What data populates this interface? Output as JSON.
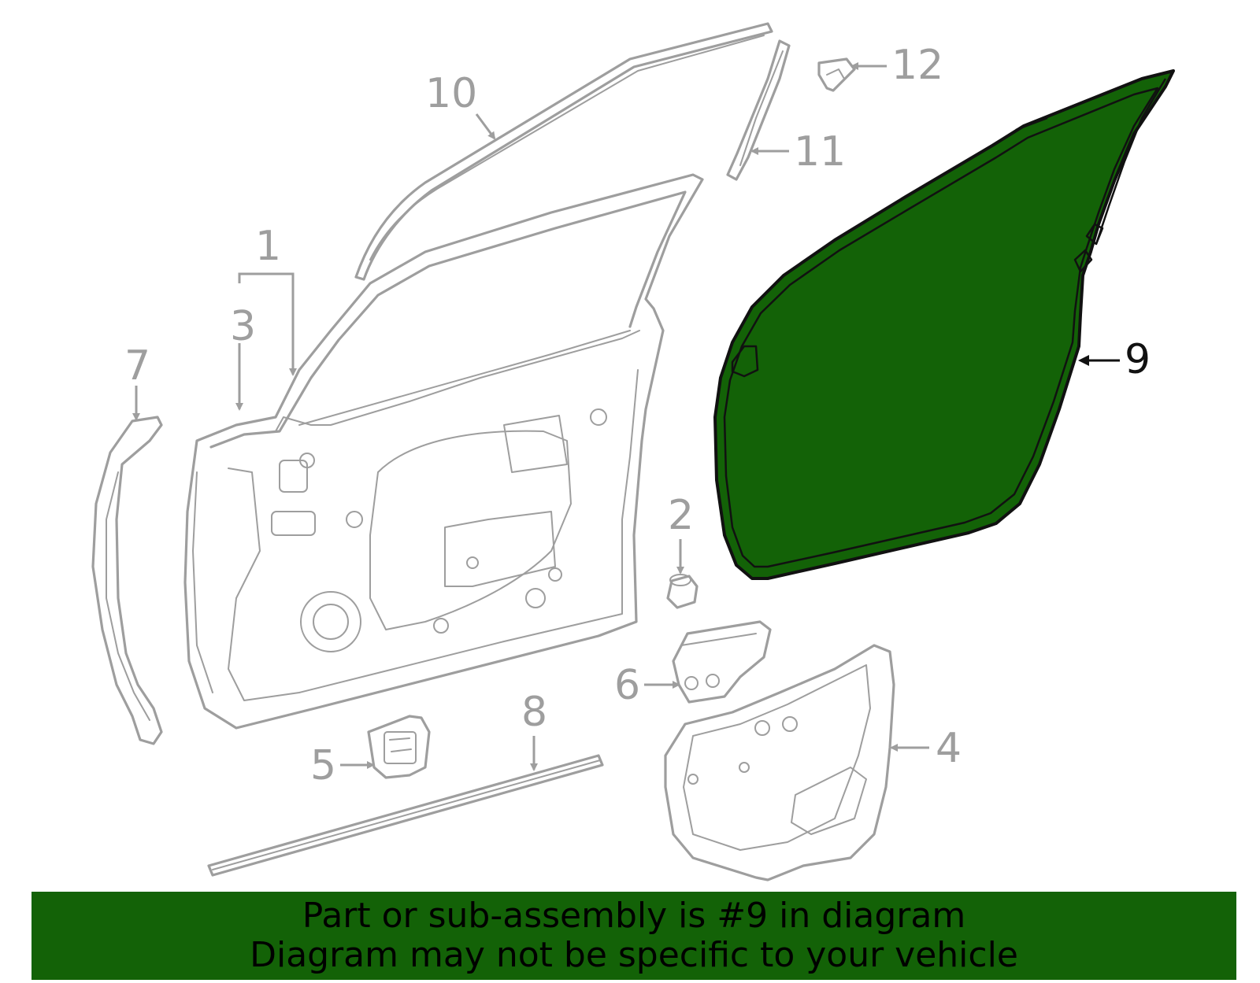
{
  "callouts": {
    "c1": "1",
    "c2": "2",
    "c3": "3",
    "c4": "4",
    "c5": "5",
    "c6": "6",
    "c7": "7",
    "c8": "8",
    "c9": "9",
    "c10": "10",
    "c11": "11",
    "c12": "12"
  },
  "highlighted_part": "9",
  "colors": {
    "highlight": "#136207",
    "line_art": "#9e9e9e",
    "highlight_label": "#111111"
  },
  "banner": {
    "line1": "Part or sub-assembly is #9 in diagram",
    "line2": "Diagram may not be specific to your vehicle"
  }
}
